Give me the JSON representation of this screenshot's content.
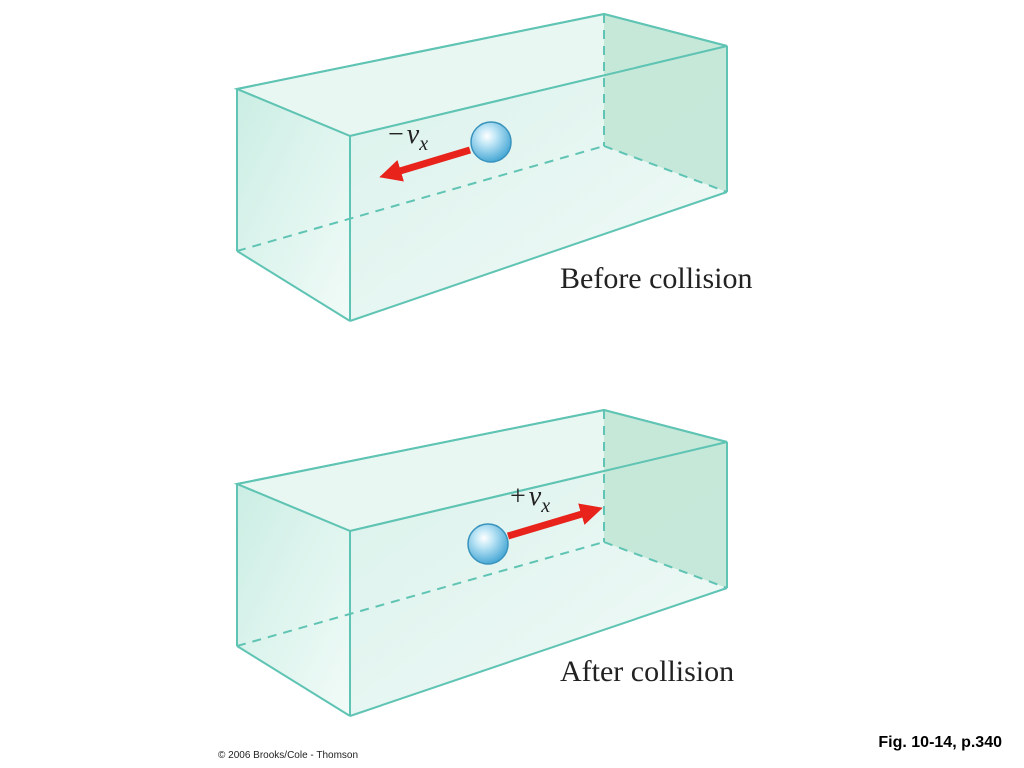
{
  "panels": [
    {
      "caption": "Before collision",
      "velocity_sign": "−",
      "velocity_symbol": "v",
      "velocity_subscript": "x",
      "arrow_direction": "left"
    },
    {
      "caption": "After collision",
      "velocity_sign": "+",
      "velocity_symbol": "v",
      "velocity_subscript": "x",
      "arrow_direction": "right"
    }
  ],
  "copyright": "© 2006 Brooks/Cole - Thomson",
  "figure_reference": "Fig. 10-14, p.340",
  "colors": {
    "box_edge": "#5fc4b3",
    "box_fill_light": "#e8f6f1",
    "box_fill_front": "#c9ece2",
    "box_fill_right": "#b8e3d2",
    "arrow": "#e8231c",
    "ball": "#7cc7e8"
  }
}
